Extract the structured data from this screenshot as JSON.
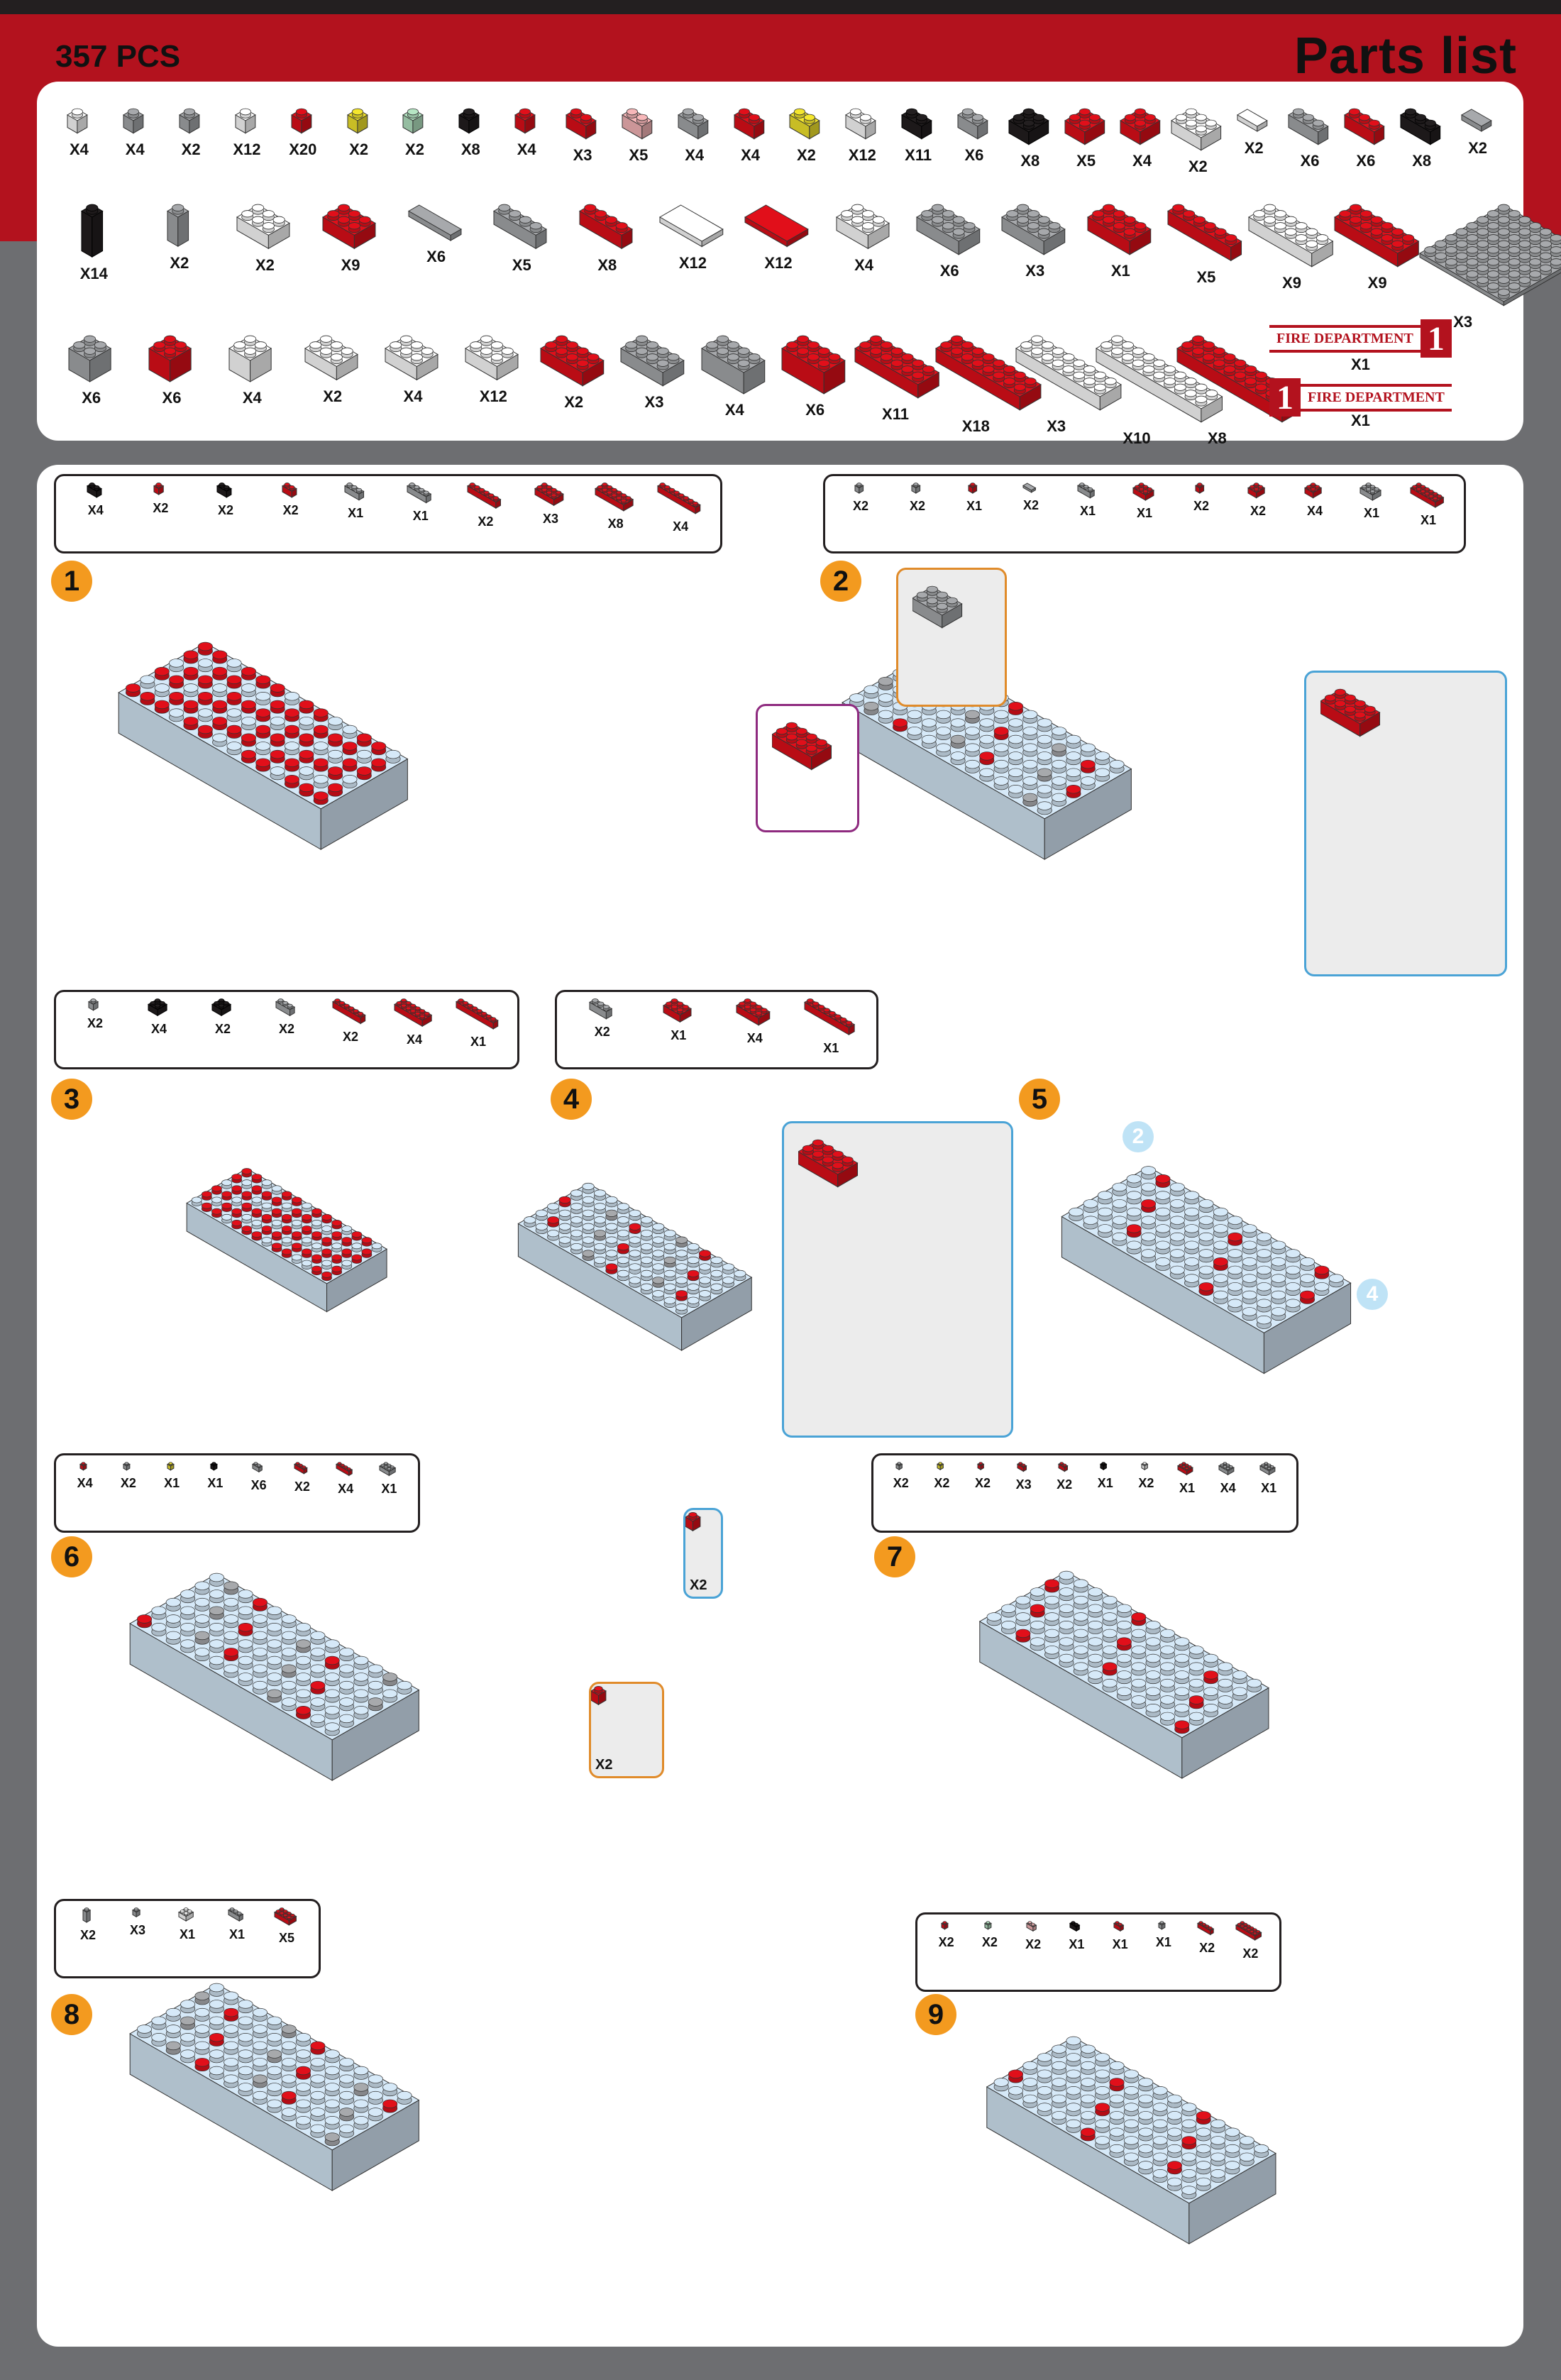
{
  "header": {
    "pcs": "357 PCS",
    "title": "Parts list"
  },
  "colors": {
    "red": "#e10f1a",
    "grey": "#a7a9ac",
    "white": "#ffffff",
    "black": "#231f20",
    "yellow": "#f4e62d",
    "clear_red": "#f7b7b9",
    "clear_green": "#b6e6c4",
    "light_blue": "#d6e9f8",
    "accent_orange": "#f39a1f"
  },
  "parts": {
    "row1": [
      {
        "color": "white",
        "shape": "1x1",
        "qty": "X4"
      },
      {
        "color": "grey",
        "shape": "1x1",
        "qty": "X4"
      },
      {
        "color": "grey",
        "shape": "1x1",
        "qty": "X2"
      },
      {
        "color": "white",
        "shape": "1x1",
        "qty": "X12"
      },
      {
        "color": "red",
        "shape": "1x1",
        "qty": "X20"
      },
      {
        "color": "yellow",
        "shape": "1x1",
        "qty": "X2"
      },
      {
        "color": "clear_green",
        "shape": "1x1",
        "qty": "X2"
      },
      {
        "color": "black",
        "shape": "1x1",
        "qty": "X8"
      },
      {
        "color": "red",
        "shape": "1x1",
        "qty": "X4"
      },
      {
        "color": "red",
        "shape": "1x2",
        "qty": "X3"
      },
      {
        "color": "clear_red",
        "shape": "1x2",
        "qty": "X5"
      },
      {
        "color": "grey",
        "shape": "1x2",
        "qty": "X4"
      },
      {
        "color": "red",
        "shape": "1x2",
        "qty": "X4"
      },
      {
        "color": "yellow",
        "shape": "1x2",
        "qty": "X2"
      },
      {
        "color": "white",
        "shape": "1x2",
        "qty": "X12"
      },
      {
        "color": "black",
        "shape": "1x2",
        "qty": "X11"
      },
      {
        "color": "grey",
        "shape": "1x2",
        "qty": "X6"
      },
      {
        "color": "black",
        "shape": "corner",
        "qty": "X8"
      },
      {
        "color": "red",
        "shape": "corner",
        "qty": "X5"
      },
      {
        "color": "red",
        "shape": "2x2",
        "qty": "X4"
      },
      {
        "color": "white",
        "shape": "slope",
        "qty": "X2"
      },
      {
        "color": "white",
        "shape": "tile",
        "qty": "X2"
      },
      {
        "color": "grey",
        "shape": "1x3",
        "qty": "X6"
      },
      {
        "color": "red",
        "shape": "1x3",
        "qty": "X6"
      },
      {
        "color": "black",
        "shape": "1x3",
        "qty": "X8"
      },
      {
        "color": "grey",
        "shape": "tile",
        "qty": "X2"
      }
    ],
    "row2": [
      {
        "color": "black",
        "shape": "round",
        "qty": "X14"
      },
      {
        "color": "grey",
        "shape": "tall",
        "qty": "X2"
      },
      {
        "color": "white",
        "shape": "2x3",
        "qty": "X2"
      },
      {
        "color": "red",
        "shape": "2x3",
        "qty": "X9"
      },
      {
        "color": "grey",
        "shape": "longtile",
        "qty": "X6"
      },
      {
        "color": "grey",
        "shape": "1x4",
        "qty": "X5"
      },
      {
        "color": "red",
        "shape": "1x4",
        "qty": "X8"
      },
      {
        "color": "white",
        "shape": "bigtile",
        "qty": "X12"
      },
      {
        "color": "red",
        "shape": "bigtile",
        "qty": "X12"
      },
      {
        "color": "white",
        "shape": "slope",
        "qty": "X4"
      },
      {
        "color": "grey",
        "shape": "2x4",
        "qty": "X6"
      },
      {
        "color": "grey",
        "shape": "2x4",
        "qty": "X3"
      },
      {
        "color": "red",
        "shape": "2x4",
        "qty": "X1"
      },
      {
        "color": "red",
        "shape": "1x6",
        "qty": "X5"
      },
      {
        "color": "white",
        "shape": "2x6",
        "qty": "X9"
      },
      {
        "color": "red",
        "shape": "2x6",
        "qty": "X9"
      },
      {
        "color": "grey",
        "shape": "baseplate",
        "qty": "X3"
      }
    ],
    "row3": [
      {
        "color": "grey",
        "shape": "2x2tall",
        "qty": "X6"
      },
      {
        "color": "red",
        "shape": "2x2tall",
        "qty": "X6"
      },
      {
        "color": "white",
        "shape": "2x2tall",
        "qty": "X4"
      },
      {
        "color": "white",
        "shape": "2x3",
        "qty": "X2"
      },
      {
        "color": "white",
        "shape": "2x3",
        "qty": "X4"
      },
      {
        "color": "white",
        "shape": "2x3",
        "qty": "X12"
      },
      {
        "color": "red",
        "shape": "2x4",
        "qty": "X2"
      },
      {
        "color": "grey",
        "shape": "2x4",
        "qty": "X3"
      },
      {
        "color": "grey",
        "shape": "2x4tall",
        "qty": "X4"
      },
      {
        "color": "red",
        "shape": "2x4tall",
        "qty": "X6"
      },
      {
        "color": "red",
        "shape": "2x6",
        "qty": "X11"
      },
      {
        "color": "red",
        "shape": "2x8",
        "qty": "X18"
      },
      {
        "color": "white",
        "shape": "2x8",
        "qty": "X3"
      },
      {
        "color": "white",
        "shape": "2x10",
        "qty": "X10"
      },
      {
        "color": "red",
        "shape": "2x10",
        "qty": "X8"
      }
    ],
    "stickers": [
      {
        "text": "FIRE DEPARTMENT",
        "number": "1",
        "qty": "X1"
      },
      {
        "text": "FIRE DEPARTMENT",
        "number": "1",
        "qty": "X1"
      }
    ]
  },
  "steps": [
    {
      "num": "1",
      "bom": [
        [
          "black",
          "1x2",
          "X4"
        ],
        [
          "red",
          "1x1",
          "X2"
        ],
        [
          "black",
          "1x2",
          "X2"
        ],
        [
          "red",
          "1x2",
          "X2"
        ],
        [
          "grey",
          "1x3",
          "X1"
        ],
        [
          "grey",
          "1x4",
          "X1"
        ],
        [
          "red",
          "1x6",
          "X2"
        ],
        [
          "red",
          "2x4",
          "X3"
        ],
        [
          "red",
          "2x6",
          "X8"
        ],
        [
          "red",
          "1x8",
          "X4"
        ]
      ]
    },
    {
      "num": "2",
      "bom": [
        [
          "grey",
          "1x1",
          "X2"
        ],
        [
          "grey",
          "1x1",
          "X2"
        ],
        [
          "red",
          "1x1",
          "X1"
        ],
        [
          "grey",
          "tile",
          "X2"
        ],
        [
          "grey",
          "1x3",
          "X1"
        ],
        [
          "red",
          "2x3",
          "X1"
        ],
        [
          "red",
          "1x1",
          "X2"
        ],
        [
          "red",
          "2x2",
          "X2"
        ],
        [
          "red",
          "2x2",
          "X4"
        ],
        [
          "grey",
          "2x3",
          "X1"
        ],
        [
          "red",
          "2x6",
          "X1"
        ]
      ]
    },
    {
      "num": "3",
      "bom": [
        [
          "grey",
          "1x1",
          "X2"
        ],
        [
          "black",
          "corner",
          "X4"
        ],
        [
          "black",
          "corner",
          "X2"
        ],
        [
          "grey",
          "1x3",
          "X2"
        ],
        [
          "red",
          "1x6",
          "X2"
        ],
        [
          "red",
          "2x6",
          "X4"
        ],
        [
          "red",
          "1x8",
          "X1"
        ]
      ]
    },
    {
      "num": "4",
      "bom": [
        [
          "grey",
          "1x3",
          "X2"
        ],
        [
          "red",
          "2x3",
          "X1"
        ],
        [
          "red",
          "2x4",
          "X4"
        ],
        [
          "red",
          "1x8",
          "X1"
        ]
      ]
    },
    {
      "num": "5",
      "bom": [],
      "callouts": [
        "2",
        "4"
      ]
    },
    {
      "num": "6",
      "bom": [
        [
          "red",
          "1x1",
          "X4"
        ],
        [
          "grey",
          "1x1",
          "X2"
        ],
        [
          "yellow",
          "1x1",
          "X1"
        ],
        [
          "black",
          "1x1",
          "X1"
        ],
        [
          "grey",
          "1x2",
          "X6"
        ],
        [
          "red",
          "1x3",
          "X2"
        ],
        [
          "red",
          "1x4",
          "X4"
        ],
        [
          "grey",
          "2x3",
          "X1"
        ]
      ],
      "zoom_qty": [
        "X2",
        "X2"
      ]
    },
    {
      "num": "7",
      "bom": [
        [
          "grey",
          "1x1",
          "X2"
        ],
        [
          "yellow",
          "1x1",
          "X2"
        ],
        [
          "red",
          "1x1",
          "X2"
        ],
        [
          "red",
          "1x2",
          "X3"
        ],
        [
          "red",
          "1x2",
          "X2"
        ],
        [
          "black",
          "1x1",
          "X1"
        ],
        [
          "white",
          "1x1",
          "X2"
        ],
        [
          "red",
          "2x3",
          "X1"
        ],
        [
          "grey",
          "2x3",
          "X4"
        ],
        [
          "grey",
          "2x3",
          "X1"
        ]
      ]
    },
    {
      "num": "8",
      "bom": [
        [
          "grey",
          "tall",
          "X2"
        ],
        [
          "grey",
          "1x1",
          "X3"
        ],
        [
          "white",
          "2x2",
          "X1"
        ],
        [
          "grey",
          "1x3",
          "X1"
        ],
        [
          "red",
          "2x4",
          "X5"
        ]
      ]
    },
    {
      "num": "9",
      "bom": [
        [
          "red",
          "1x1",
          "X2"
        ],
        [
          "clear_green",
          "1x1",
          "X2"
        ],
        [
          "clear_red",
          "1x2",
          "X2"
        ],
        [
          "black",
          "1x2",
          "X1"
        ],
        [
          "red",
          "1x2",
          "X1"
        ],
        [
          "grey",
          "1x1",
          "X1"
        ],
        [
          "red",
          "1x4",
          "X2"
        ],
        [
          "red",
          "2x6",
          "X2"
        ]
      ]
    }
  ]
}
